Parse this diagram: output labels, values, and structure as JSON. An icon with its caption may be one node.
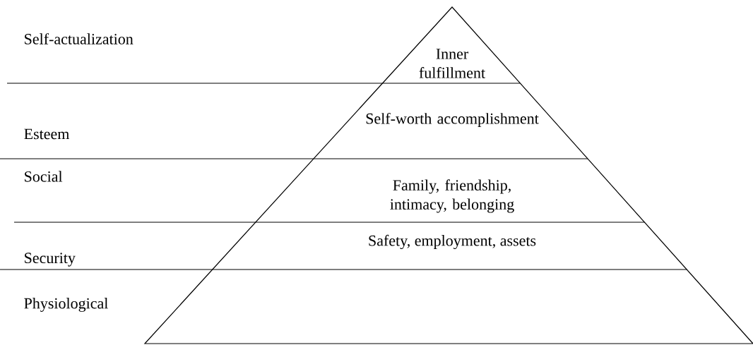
{
  "diagram": {
    "labels": [
      "Self-actualization",
      "Inner fulfillment",
      "Self-worth accomplishment",
      "Esteem",
      "Social",
      "Family, friendship, intimacy, belonging",
      "Safety, employment, assets",
      "Security",
      "Physiological"
    ]
  }
}
